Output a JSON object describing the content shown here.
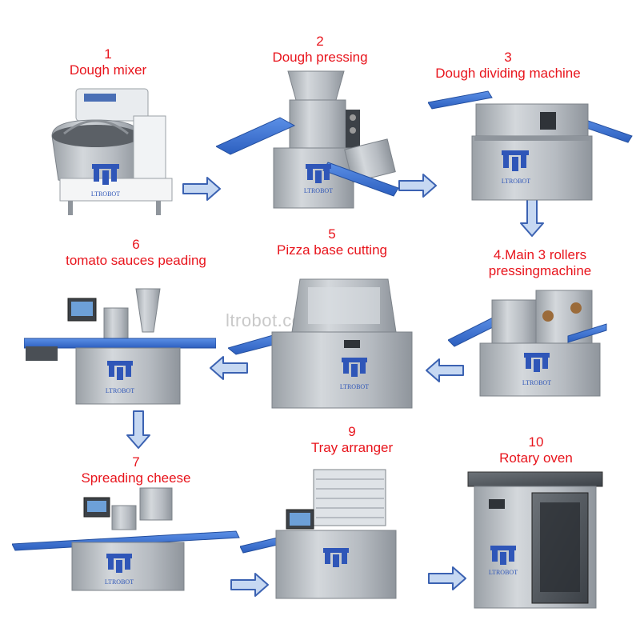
{
  "watermark": "ltrobot.com",
  "brand_text": "LTROBOT",
  "steps": [
    {
      "num": "1",
      "name": "Dough mixer"
    },
    {
      "num": "2",
      "name": "Dough pressing"
    },
    {
      "num": "3",
      "name": "Dough dividing machine"
    },
    {
      "num": "",
      "name": "4.Main 3 rollers",
      "name2": "pressingmachine"
    },
    {
      "num": "5",
      "name": "Pizza base cutting"
    },
    {
      "num": "6",
      "name": "tomato sauces peading"
    },
    {
      "num": "7",
      "name": "Spreading cheese"
    },
    {
      "num": "9",
      "name": "Tray arranger"
    },
    {
      "num": "10",
      "name": "Rotary oven"
    }
  ],
  "colors": {
    "label": "#e8141c",
    "arrow_fill": "#c6d8f2",
    "arrow_stroke": "#3b62b2",
    "belt": "#3a6fd1",
    "steel": "#b9bec4",
    "logo": "#2f56b8"
  }
}
